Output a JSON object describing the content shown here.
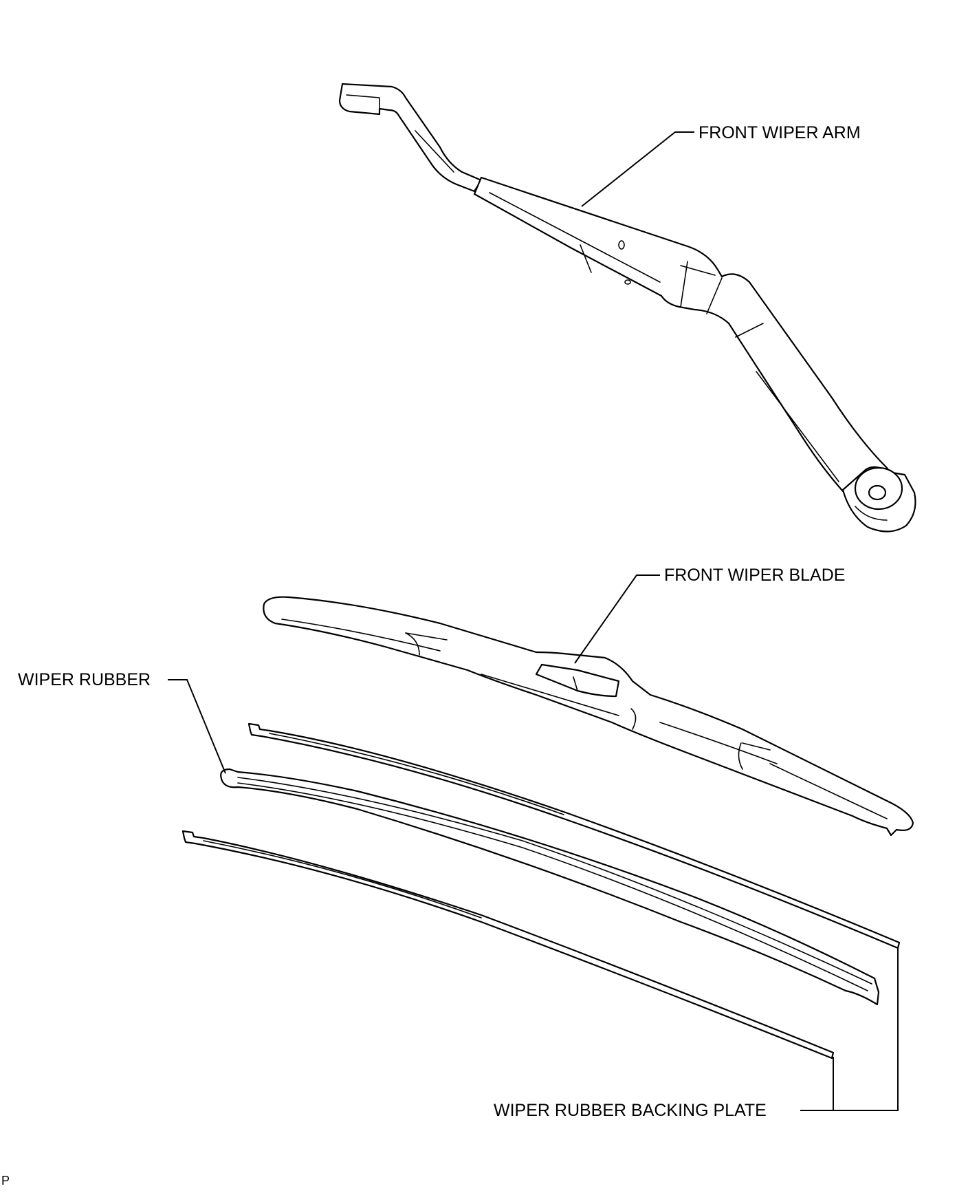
{
  "labels": {
    "front_wiper_arm": "FRONT WIPER ARM",
    "front_wiper_blade": "FRONT WIPER BLADE",
    "wiper_rubber": "WIPER RUBBER",
    "wiper_rubber_backing_plate": "WIPER RUBBER BACKING PLATE",
    "corner_code": "P"
  }
}
